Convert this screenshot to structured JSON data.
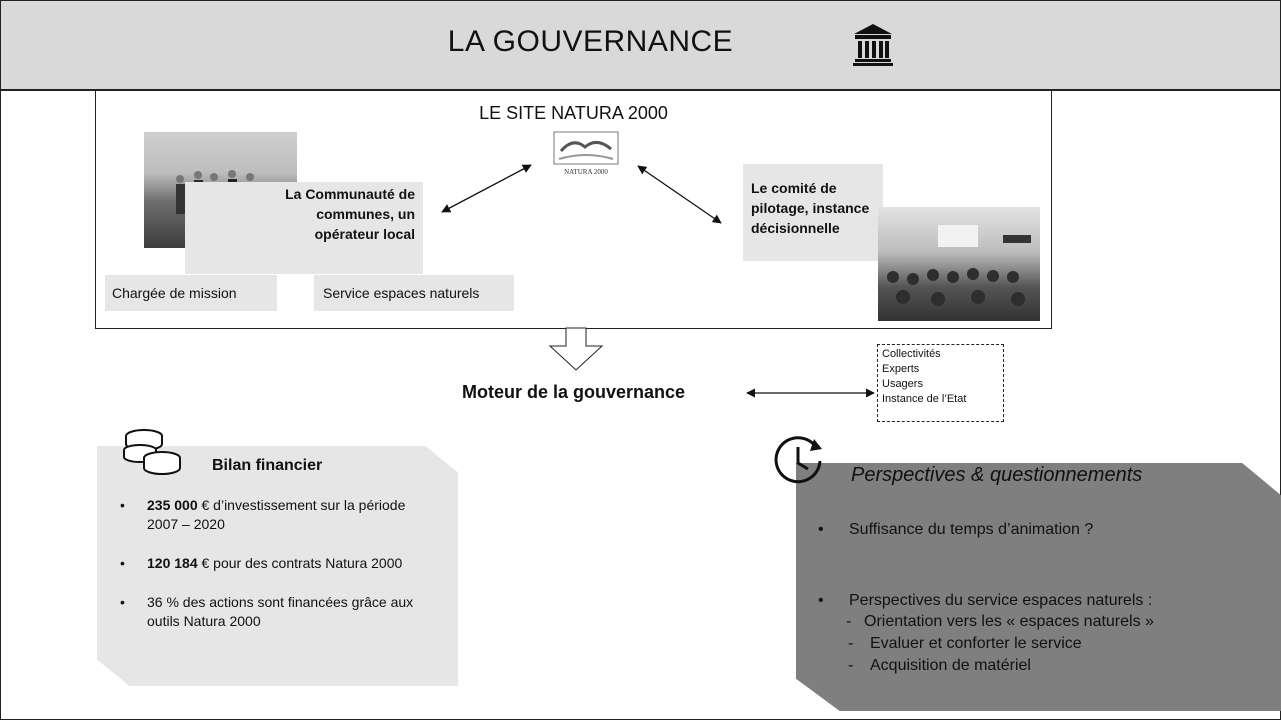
{
  "header": {
    "title": "LA GOUVERNANCE",
    "icon": "temple-icon"
  },
  "site": {
    "title": "LE SITE NATURA 2000",
    "logo_text": "NATURA 2000",
    "cc_label": "La Communauté de communes, un opérateur local",
    "tags": [
      "Chargée de mission",
      "Service espaces naturels"
    ],
    "copil_label": "Le comité de pilotage, instance décisionnelle"
  },
  "motor": {
    "label": "Moteur de la gouvernance",
    "actors": [
      "Collectivités",
      "Experts",
      "Usagers",
      "Instance de l’Etat"
    ]
  },
  "finance": {
    "title": "Bilan financier",
    "icon": "coins-icon",
    "items": [
      {
        "bold": "235 000",
        "text": " € d’investissement sur la période 2007 – 2020"
      },
      {
        "bold": "120 184",
        "text": " € pour des contrats Natura 2000"
      },
      {
        "bold": "",
        "text": "36 % des actions sont financées grâce aux outils Natura 2000"
      }
    ]
  },
  "perspectives": {
    "title": "Perspectives & questionnements",
    "icon": "clock-icon",
    "q1": "Suffisance du temps d’animation ?",
    "q2": "Perspectives du service espaces naturels :",
    "subs": [
      "Orientation vers les « espaces naturels »",
      "Evaluer et conforter le service",
      "Acquisition de matériel"
    ]
  }
}
